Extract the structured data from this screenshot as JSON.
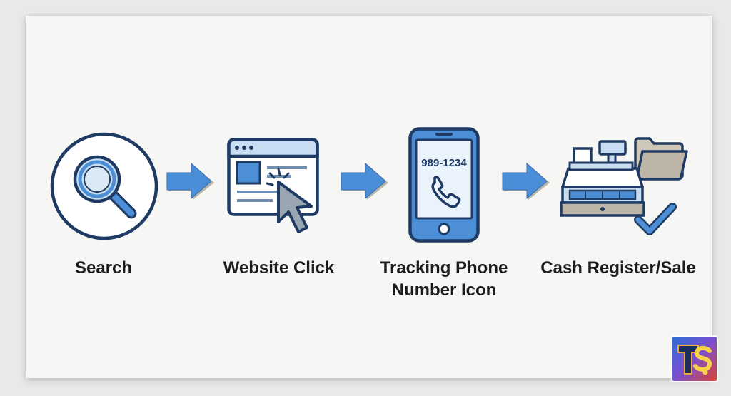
{
  "steps": [
    {
      "label": "Search",
      "icon": "magnifier-icon"
    },
    {
      "label": "Website Click",
      "icon": "browser-click-icon"
    },
    {
      "label": "Tracking Phone Number Icon",
      "label_lines": [
        "Tracking Phone",
        "Number Icon"
      ],
      "icon": "smartphone-icon",
      "phone_number": "989-1234"
    },
    {
      "label": "Cash Register/Sale",
      "icon": "cash-register-icon"
    }
  ],
  "colors": {
    "outline": "#1f3b63",
    "blue": "#4d8fd6",
    "light_blue": "#c9ddf2",
    "arrow_fill": "#4a8ed8",
    "arrow_shadow": "#b9b5aa",
    "folder": "#bdb6a6"
  }
}
